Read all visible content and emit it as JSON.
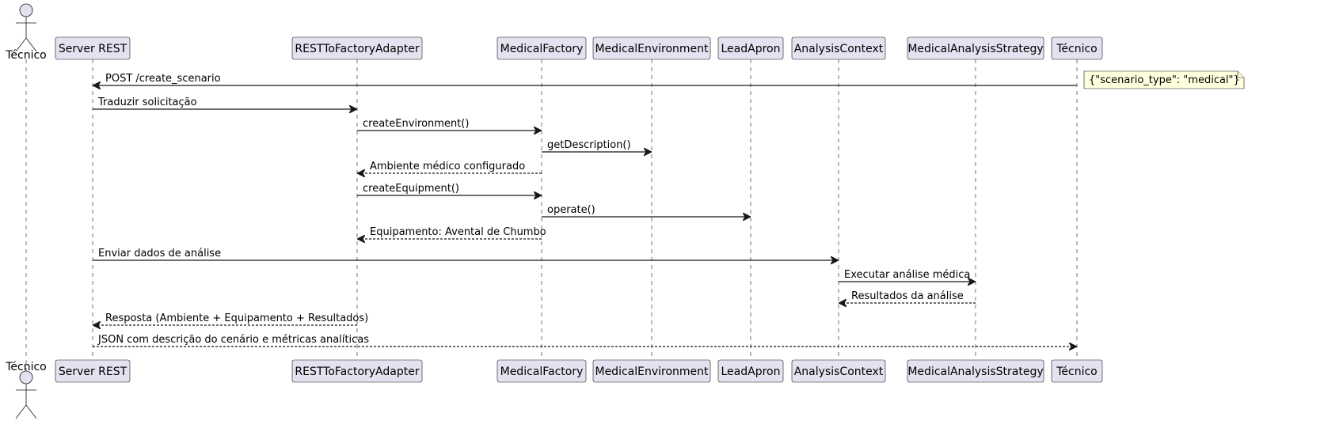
{
  "participants": [
    {
      "id": "tecnico_actor",
      "label": "Técnico",
      "kind": "actor"
    },
    {
      "id": "server",
      "label": "Server REST",
      "kind": "participant"
    },
    {
      "id": "adapter",
      "label": "RESTToFactoryAdapter",
      "kind": "participant"
    },
    {
      "id": "factory",
      "label": "MedicalFactory",
      "kind": "participant"
    },
    {
      "id": "env",
      "label": "MedicalEnvironment",
      "kind": "participant"
    },
    {
      "id": "apron",
      "label": "LeadApron",
      "kind": "participant"
    },
    {
      "id": "context",
      "label": "AnalysisContext",
      "kind": "participant"
    },
    {
      "id": "strategy",
      "label": "MedicalAnalysisStrategy",
      "kind": "participant"
    },
    {
      "id": "tecnico",
      "label": "Técnico",
      "kind": "participant"
    }
  ],
  "messages": [
    {
      "from": "tecnico",
      "to": "server",
      "label": "POST /create_scenario",
      "style": "solid"
    },
    {
      "from": "server",
      "to": "adapter",
      "label": "Traduzir solicitação",
      "style": "solid"
    },
    {
      "from": "adapter",
      "to": "factory",
      "label": "createEnvironment()",
      "style": "solid"
    },
    {
      "from": "factory",
      "to": "env",
      "label": "getDescription()",
      "style": "solid"
    },
    {
      "from": "factory",
      "to": "adapter",
      "label": "Ambiente médico configurado",
      "style": "dashed"
    },
    {
      "from": "adapter",
      "to": "factory",
      "label": "createEquipment()",
      "style": "solid"
    },
    {
      "from": "factory",
      "to": "apron",
      "label": "operate()",
      "style": "solid"
    },
    {
      "from": "factory",
      "to": "adapter",
      "label": "Equipamento: Avental de Chumbo",
      "style": "dashed"
    },
    {
      "from": "server",
      "to": "context",
      "label": "Enviar dados de análise",
      "style": "solid"
    },
    {
      "from": "context",
      "to": "strategy",
      "label": "Executar análise médica",
      "style": "solid"
    },
    {
      "from": "strategy",
      "to": "context",
      "label": "Resultados da análise",
      "style": "dashed"
    },
    {
      "from": "adapter",
      "to": "server",
      "label": "Resposta (Ambiente + Equipamento + Resultados)",
      "style": "dashed"
    },
    {
      "from": "server",
      "to": "tecnico",
      "label": "JSON com descrição do cenário e métricas analíticas",
      "style": "dashed"
    }
  ],
  "notes": [
    {
      "attached_to": "tecnico",
      "message_index": 0,
      "text": "{\"scenario_type\": \"medical\"}"
    }
  ],
  "colors": {
    "participant_fill": "#E2E2F0",
    "line": "#181818",
    "note_fill": "#FEFFDD",
    "background": "#FFFFFF"
  }
}
